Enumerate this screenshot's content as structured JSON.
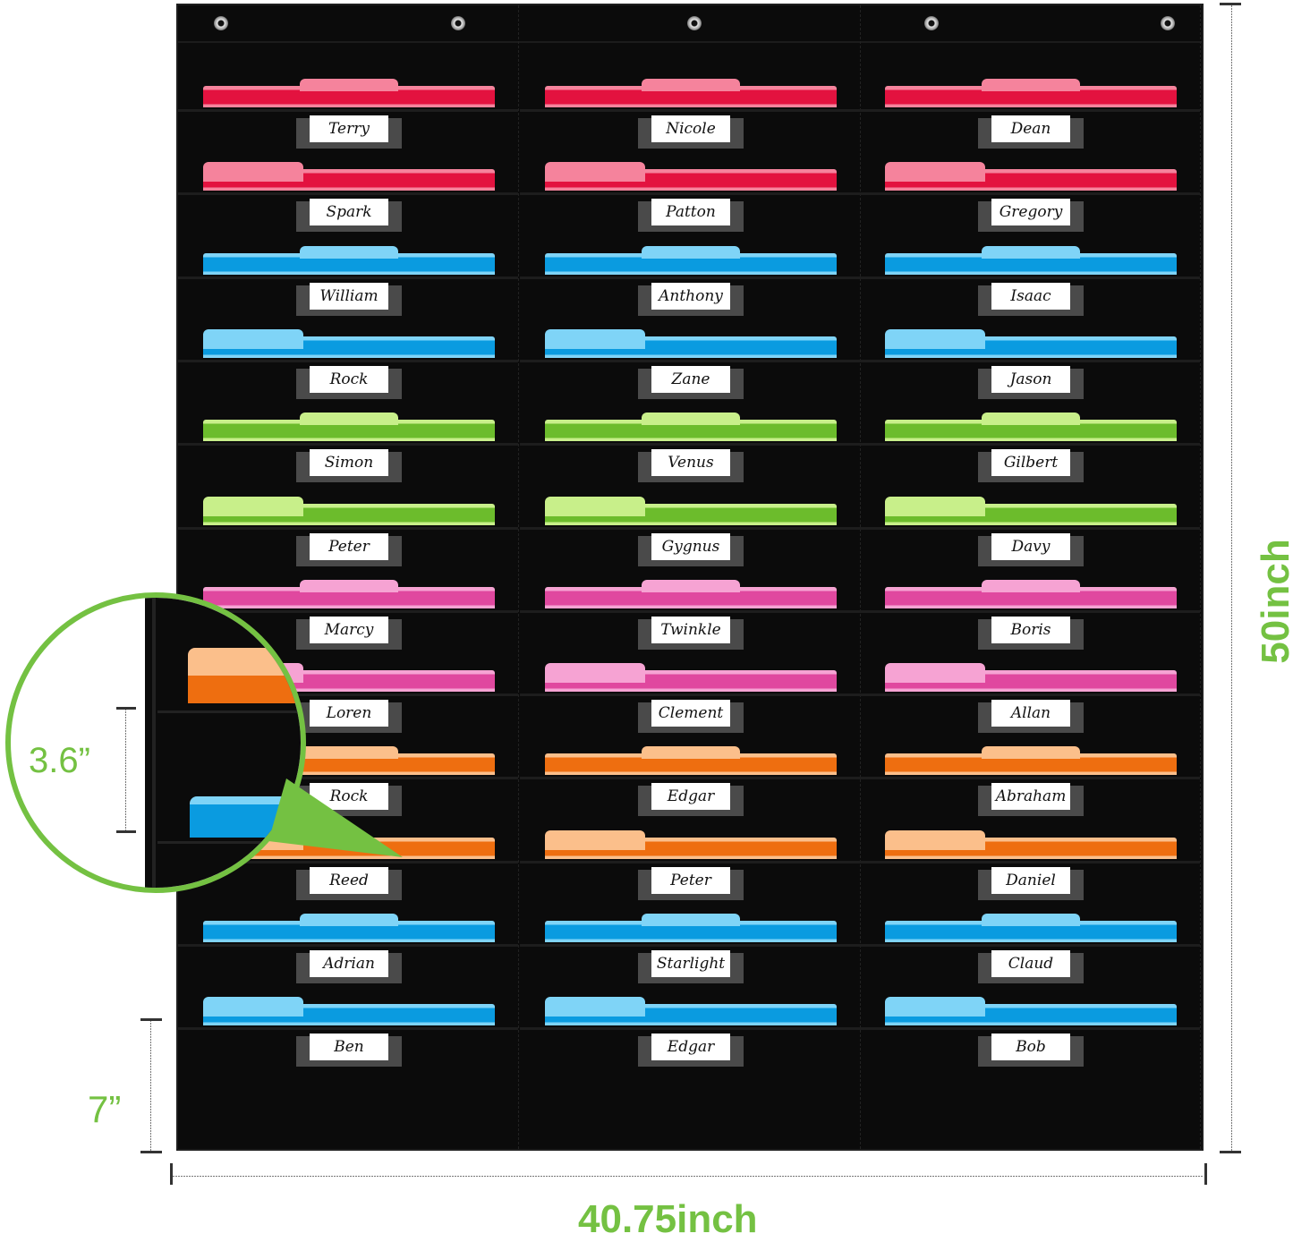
{
  "product": {
    "type": "hanging pocket chart",
    "columns": 3,
    "rows_with_folders": 12,
    "grommet_count": 5
  },
  "labels": {
    "columns": [
      [
        "Terry",
        "Spark",
        "William",
        "Rock",
        "Simon",
        "Peter",
        "Marcy",
        "Loren",
        "Rock",
        "Reed",
        "Adrian",
        "Ben"
      ],
      [
        "Nicole",
        "Patton",
        "Anthony",
        "Zane",
        "Venus",
        "Gygnus",
        "Twinkle",
        "Clement",
        "Edgar",
        "Peter",
        "Starlight",
        "Edgar"
      ],
      [
        "Dean",
        "Gregory",
        "Isaac",
        "Jason",
        "Gilbert",
        "Davy",
        "Boris",
        "Allan",
        "Abraham",
        "Daniel",
        "Claud",
        "Bob"
      ]
    ]
  },
  "folders": {
    "row_colors": [
      "red",
      "red",
      "blue",
      "blue",
      "green",
      "green",
      "pink",
      "pink",
      "orange",
      "orange",
      "blue",
      "blue"
    ],
    "palette": {
      "red": {
        "dark": "#e3123f",
        "light": "#f5839c"
      },
      "blue": {
        "dark": "#0a9be0",
        "light": "#7fd4f7"
      },
      "green": {
        "dark": "#6cbc2c",
        "light": "#c8ef8a"
      },
      "pink": {
        "dark": "#e0489f",
        "light": "#f6a3d3"
      },
      "orange": {
        "dark": "#ee6e10",
        "light": "#fbbf8b"
      }
    }
  },
  "dimensions": {
    "height": "50inch",
    "width": "40.75inch",
    "pocket_spacing": "3.6”",
    "bottom_pocket": "7”"
  },
  "colors": {
    "accent": "#74c142",
    "chart_background": "#0b0b0b",
    "label_holder": "#4a4a4a",
    "label_card": "#ffffff"
  }
}
